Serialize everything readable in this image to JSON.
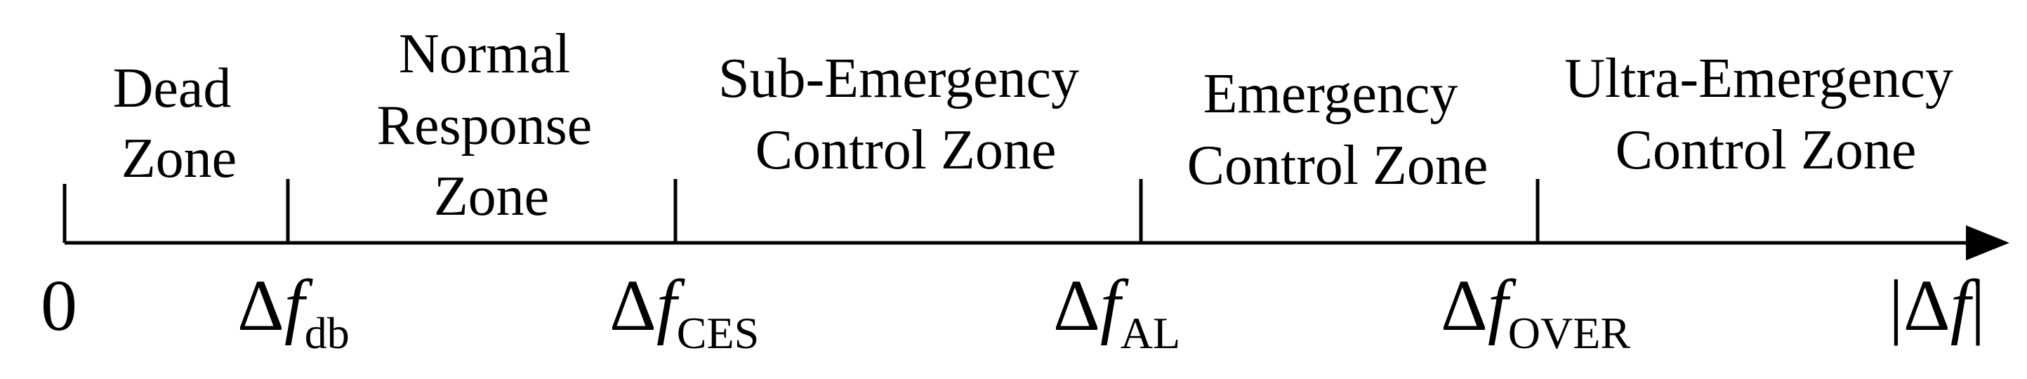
{
  "diagram": {
    "axis_label": {
      "prefix": "|Δ",
      "var": "f",
      "suffix": "|"
    },
    "origin_label": "0",
    "zones": [
      {
        "lines": [
          "Dead",
          "Zone"
        ]
      },
      {
        "lines": [
          "Normal",
          "Response",
          "Zone"
        ]
      },
      {
        "lines": [
          "Sub-Emergency",
          "Control Zone"
        ]
      },
      {
        "lines": [
          "Emergency",
          "Control Zone"
        ]
      },
      {
        "lines": [
          "Ultra-Emergency",
          "Control Zone"
        ]
      }
    ],
    "thresholds": [
      {
        "symbol": "Δ",
        "var": "f",
        "subscript": "db"
      },
      {
        "symbol": "Δ",
        "var": "f",
        "subscript": "CES"
      },
      {
        "symbol": "Δ",
        "var": "f",
        "subscript": "AL"
      },
      {
        "symbol": "Δ",
        "var": "f",
        "subscript": "OVER"
      }
    ],
    "colors": {
      "line": "#000000",
      "text": "#000000",
      "background": "#ffffff"
    }
  }
}
